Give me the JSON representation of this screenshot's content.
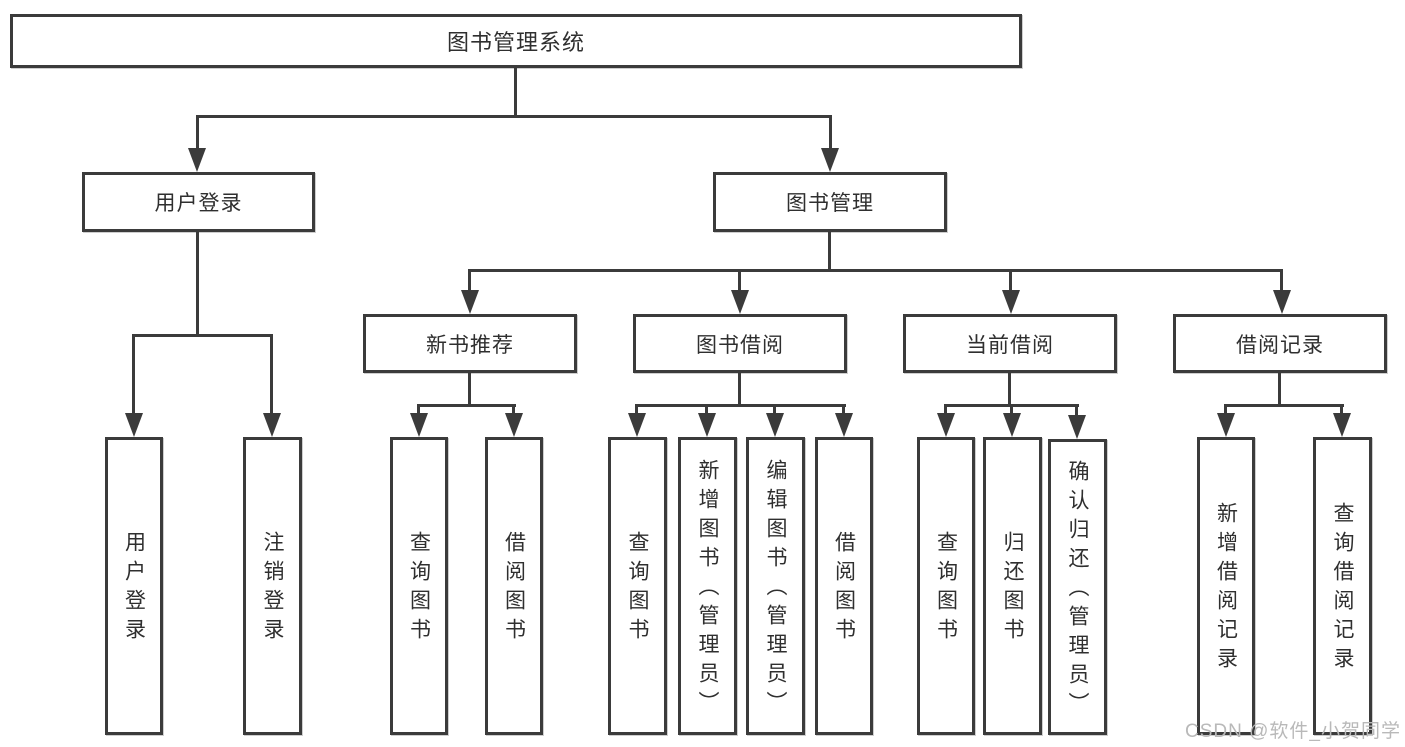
{
  "watermark": {
    "text": "CSDN @软件_小贺同学",
    "color": "#b9b9b9"
  },
  "diagram": {
    "type": "hierarchy-tree",
    "colors": {
      "line": "#3b3b3b",
      "box_border": "#3b3b3b",
      "text": "#2f2f2f",
      "background": "#ffffff"
    },
    "nodes": {
      "root": {
        "label": "图书管理系统"
      },
      "level2": [
        {
          "id": "user-login",
          "label": "用户登录"
        },
        {
          "id": "book-management",
          "label": "图书管理"
        }
      ],
      "level3": [
        {
          "id": "new-book-recommend",
          "label": "新书推荐",
          "parent": "图书管理"
        },
        {
          "id": "book-borrowing",
          "label": "图书借阅",
          "parent": "图书管理"
        },
        {
          "id": "current-borrowing",
          "label": "当前借阅",
          "parent": "图书管理"
        },
        {
          "id": "borrowing-records",
          "label": "借阅记录",
          "parent": "图书管理"
        }
      ],
      "leaves": [
        {
          "id": "user-login-action",
          "label": "用户登录",
          "parent": "用户登录"
        },
        {
          "id": "logout-action",
          "label": "注销登录",
          "parent": "用户登录"
        },
        {
          "id": "query-books-recommend",
          "label": "查询图书",
          "parent": "新书推荐"
        },
        {
          "id": "borrow-books-recommend",
          "label": "借阅图书",
          "parent": "新书推荐"
        },
        {
          "id": "query-books-borrowing",
          "label": "查询图书",
          "parent": "图书借阅"
        },
        {
          "id": "add-books-admin",
          "label": "新增图书（管理员）",
          "parent": "图书借阅"
        },
        {
          "id": "edit-books-admin",
          "label": "编辑图书（管理员）",
          "parent": "图书借阅"
        },
        {
          "id": "borrow-books",
          "label": "借阅图书",
          "parent": "图书借阅"
        },
        {
          "id": "query-books-current",
          "label": "查询图书",
          "parent": "当前借阅"
        },
        {
          "id": "return-books",
          "label": "归还图书",
          "parent": "当前借阅"
        },
        {
          "id": "confirm-return-admin",
          "label": "确认归还（管理员）",
          "parent": "当前借阅"
        },
        {
          "id": "add-borrow-record",
          "label": "新增借阅记录",
          "parent": "借阅记录"
        },
        {
          "id": "query-borrow-record",
          "label": "查询借阅记录",
          "parent": "借阅记录"
        }
      ]
    }
  }
}
